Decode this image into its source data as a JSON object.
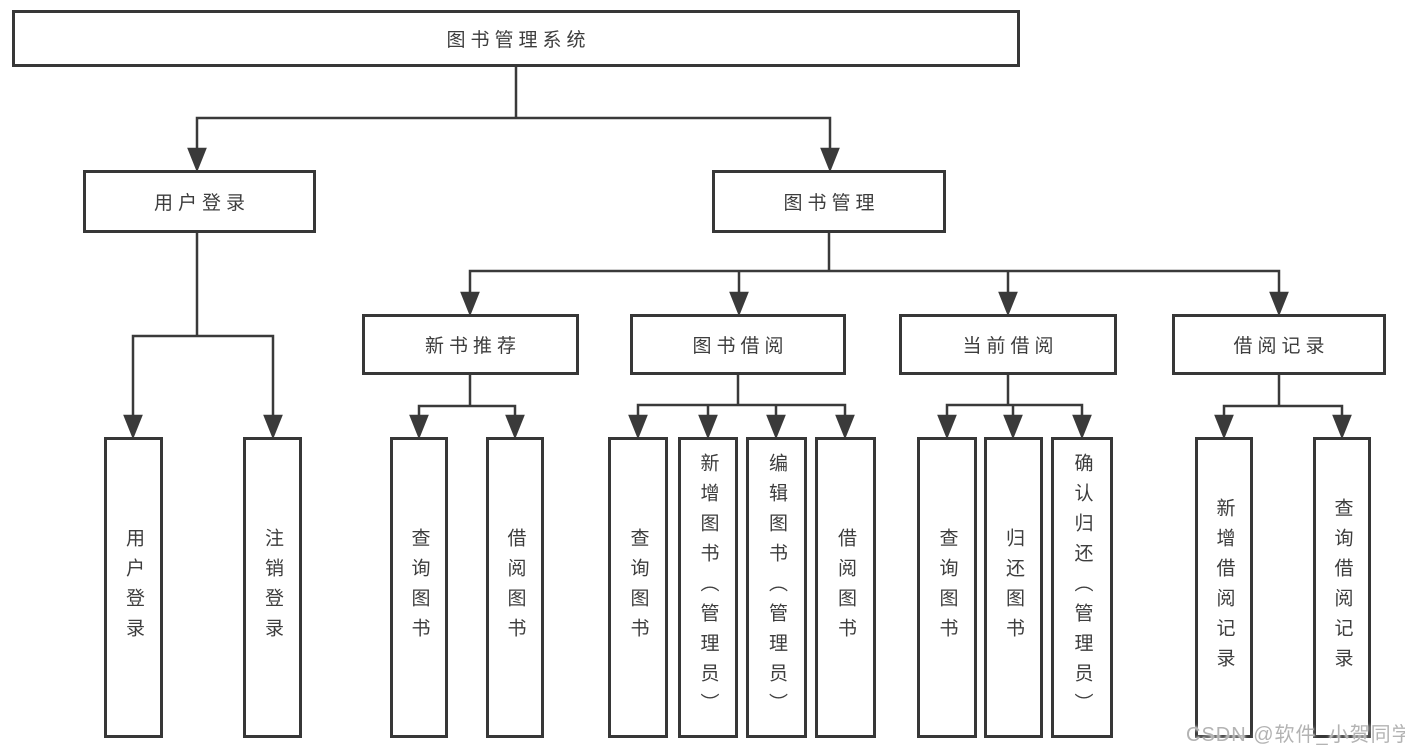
{
  "tree": {
    "label": "图书管理系统",
    "children": [
      {
        "label": "用户登录",
        "children": [
          {
            "label": "用户登录"
          },
          {
            "label": "注销登录"
          }
        ]
      },
      {
        "label": "图书管理",
        "children": [
          {
            "label": "新书推荐",
            "children": [
              {
                "label": "查询图书"
              },
              {
                "label": "借阅图书"
              }
            ]
          },
          {
            "label": "图书借阅",
            "children": [
              {
                "label": "查询图书"
              },
              {
                "label": "新增图书（管理员）"
              },
              {
                "label": "编辑图书（管理员）"
              },
              {
                "label": "借阅图书"
              }
            ]
          },
          {
            "label": "当前借阅",
            "children": [
              {
                "label": "查询图书"
              },
              {
                "label": "归还图书"
              },
              {
                "label": "确认归还（管理员）"
              }
            ]
          },
          {
            "label": "借阅记录",
            "children": [
              {
                "label": "新增借阅记录"
              },
              {
                "label": "查询借阅记录"
              }
            ]
          }
        ]
      }
    ]
  },
  "watermark": "CSDN @软件_小贺同学",
  "colors": {
    "line": "#3a3a3a",
    "box_border": "#373737",
    "text": "#3d3d3d",
    "watermark": "#b3b3b3",
    "background": "#ffffff"
  }
}
